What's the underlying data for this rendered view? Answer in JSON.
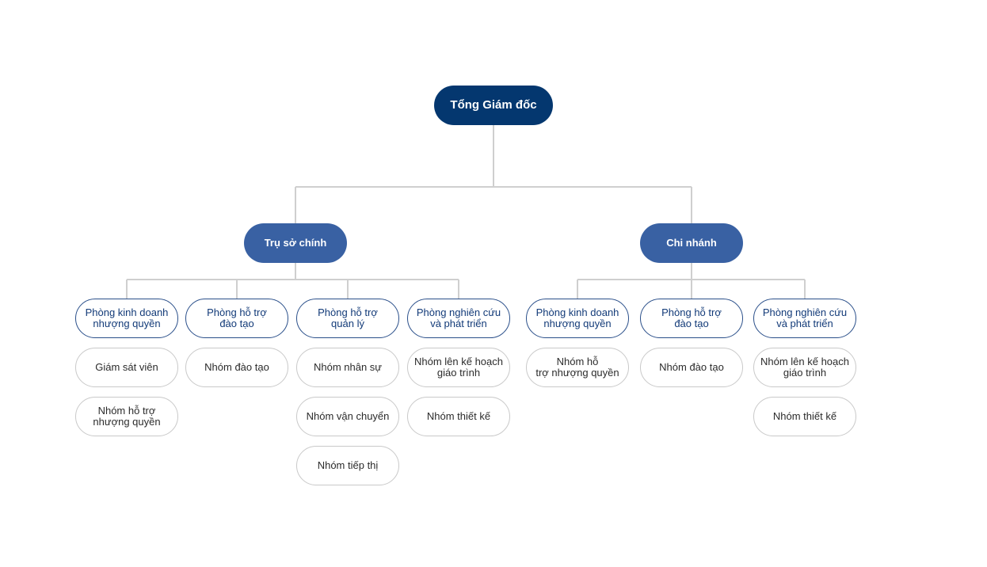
{
  "colors": {
    "root_fill": "#04376f",
    "branch_fill": "#3961a3",
    "dept_border": "#2a4f8a",
    "dept_text": "#123a78",
    "team_border": "#c9c9c9",
    "connector": "#cfcfcf"
  },
  "org": {
    "root": {
      "label": "Tổng Giám đốc"
    },
    "branches": [
      {
        "label": "Trụ sở chính",
        "departments": [
          {
            "label": "Phòng kinh doanh\nnhượng quyền",
            "teams": [
              "Giám sát viên",
              "Nhóm hỗ trợ\nnhượng quyền"
            ]
          },
          {
            "label": "Phòng hỗ trợ\nđào tạo",
            "teams": [
              "Nhóm đào tạo"
            ]
          },
          {
            "label": "Phòng hỗ trợ\nquản lý",
            "teams": [
              "Nhóm nhân sự",
              "Nhóm vận chuyển",
              "Nhóm tiếp thị"
            ]
          },
          {
            "label": "Phòng nghiên cứu\nvà phát triển",
            "teams": [
              "Nhóm lên kế hoạch\ngiáo trình",
              "Nhóm thiết kế"
            ]
          }
        ]
      },
      {
        "label": "Chi nhánh",
        "departments": [
          {
            "label": "Phòng kinh doanh\nnhượng quyền",
            "teams": [
              "Nhóm hỗ\ntrợ nhượng quyền"
            ]
          },
          {
            "label": "Phòng hỗ trợ\nđào tạo",
            "teams": [
              "Nhóm đào tạo"
            ]
          },
          {
            "label": "Phòng nghiên cứu\nvà phát triển",
            "teams": [
              "Nhóm lên kế hoạch\ngiáo trình",
              "Nhóm thiết kế"
            ]
          }
        ]
      }
    ]
  }
}
